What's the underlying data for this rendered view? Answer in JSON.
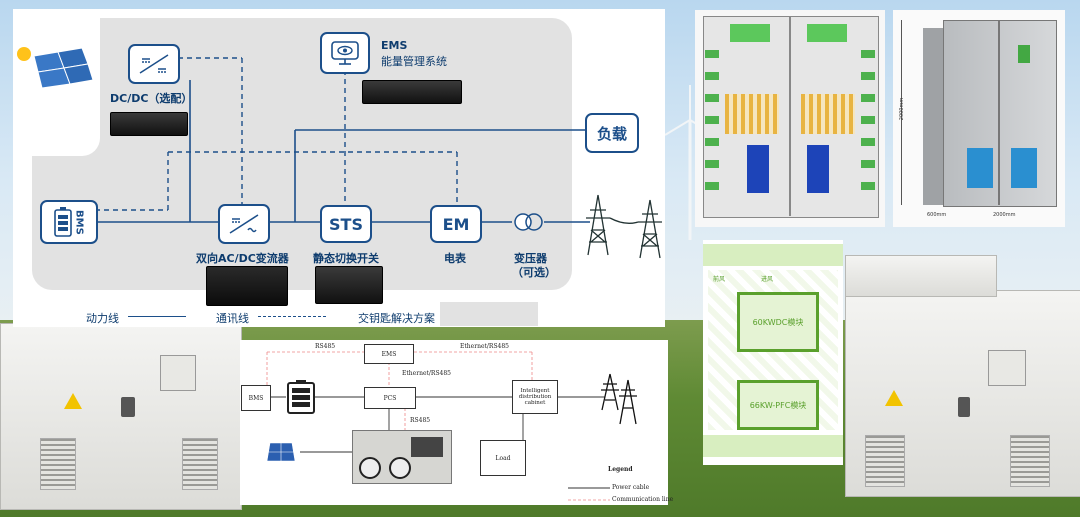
{
  "main_diagram": {
    "dcdc_label": "DC/DC（选配）",
    "ems_title": "EMS",
    "ems_sub": "能量管理系统",
    "load_label": "负载",
    "bms_label": "BMS",
    "pcs_label": "双向AC/DC变流器",
    "sts_box": "STS",
    "sts_label": "静态切换开关",
    "em_box": "EM",
    "em_label": "电表",
    "transformer_label": "变压器",
    "transformer_sub": "（可选）",
    "legend_power": "动力线",
    "legend_comm": "通讯线",
    "legend_turnkey": "交钥匙解决方案"
  },
  "english_diagram": {
    "ems": "EMS",
    "bms": "BMS",
    "pcs": "PCS",
    "rs485_top": "RS485",
    "ethernet_rs485_top": "Ethernet/RS485",
    "ethernet_rs485_mid": "Ethernet/RS485",
    "rs485_pcs": "RS485",
    "distribution_cabinet": "Intelligent distribution cabinet",
    "load": "Load",
    "legend_title": "Legend",
    "legend_power": "Power cable",
    "legend_comm": "Communication line"
  },
  "cabinet_drawing": {
    "height_label": "2000mm",
    "depth_label": "600mm",
    "width_label": "2000mm"
  },
  "module_panel": {
    "left_label": "前风",
    "right_label": "进风",
    "dc_module": "60KWDC模块",
    "pfc_module": "66KW-PFC模块"
  },
  "colors": {
    "navy": "#1c4f8a",
    "panel_gray": "#e2e2e2",
    "module_green": "#5aa02c",
    "pale_green": "#d8eec0"
  }
}
